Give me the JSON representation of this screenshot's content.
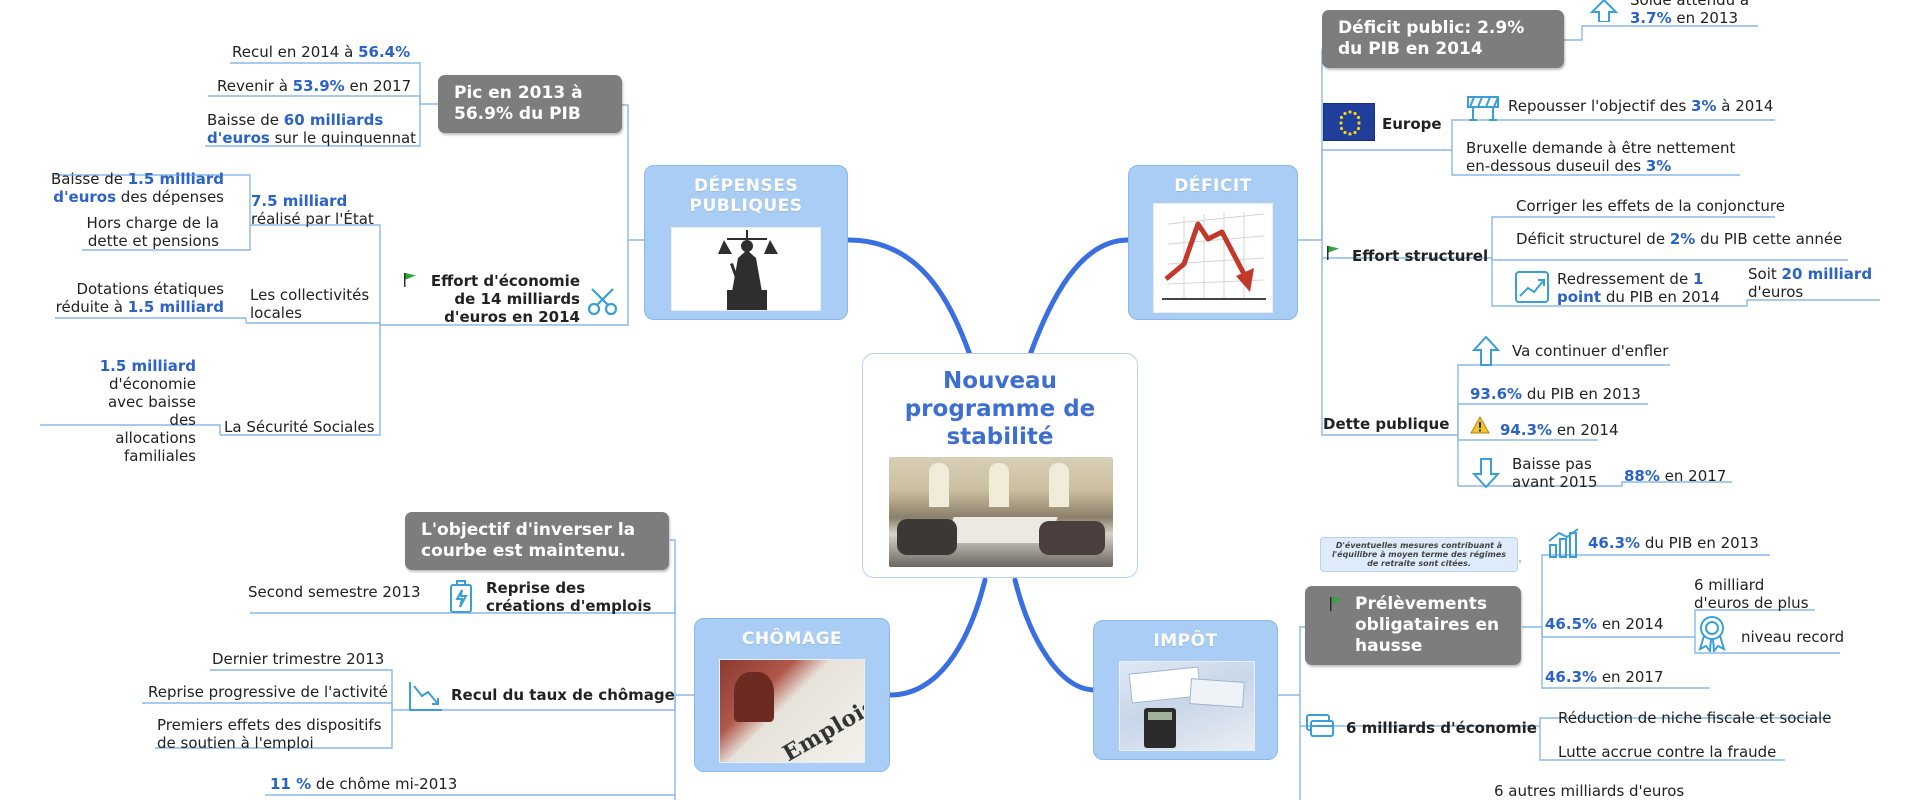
{
  "colors": {
    "branch": "#3a6fe0",
    "connector": "#8ab8ea",
    "main_box": "#a9cdf5",
    "gray_box": "#7d7d7d",
    "highlight": "#2b63c6",
    "center_title": "#3e6fd0"
  },
  "center": {
    "title": "Nouveau programme de stabilité",
    "image": "meeting-photo"
  },
  "depenses": {
    "title": "DÉPENSES PUBLIQUES",
    "image": "justice-statue-photo",
    "pic": {
      "title": "Pic en 2013 à 56.9% du PIB",
      "items": [
        {
          "pre": "Recul en 2014 à ",
          "hl": "56.4%",
          "post": ""
        },
        {
          "pre": "Revenir à ",
          "hl": "53.9%",
          "post": " en 2017"
        },
        {
          "pre": "Baisse de ",
          "hl1": "60 milliards",
          "hl2": "d'euros",
          "post": " sur le quinquennat"
        }
      ]
    },
    "effort": {
      "title": "Effort d'économie de 14 milliards d'euros en 2014",
      "etat": {
        "hl": "7.5 milliard",
        "text": "réalisé par l'État",
        "baisse": {
          "pre": "Baisse de ",
          "hl1": "1.5 milliard",
          "hl2": "d'euros",
          "post": " des dépenses"
        },
        "hors": "Hors charge de la dette et pensions"
      },
      "collectivites": {
        "label": "Les collectivités locales",
        "dotations_line1": "Dotations étatiques",
        "dotations_pre": "réduite à ",
        "dotations_hl": "1.5 milliard"
      },
      "secu": {
        "label": "La Sécurité Sociales",
        "hl": "1.5 milliard",
        "text": "d'économie avec baisse des allocations familiales"
      }
    }
  },
  "deficit": {
    "title": "DÉFICIT",
    "image": "declining-chart-image",
    "public": {
      "title": "Déficit public: 2.9% du PIB en 2014",
      "solde_text": "Solde attendu à",
      "solde_hl": "3.7%",
      "solde_post": " en 2013"
    },
    "europe": {
      "label": "Europe",
      "repousser_pre": "Repousser l'objectif des ",
      "repousser_hl": "3%",
      "repousser_post": " à 2014",
      "bruxelle_line1": "Bruxelle demande à être nettement",
      "bruxelle_pre": "en-dessous duseuil des ",
      "bruxelle_hl": "3%"
    },
    "structurel": {
      "label": "Effort structurel",
      "corriger": "Corriger les effets de la conjoncture",
      "deficit_pre": "Déficit structurel de ",
      "deficit_hl": "2%",
      "deficit_post": " du PIB cette année",
      "redressement_pre": "Redressement de ",
      "redressement_hl1": "1",
      "redressement_hl2": "point",
      "redressement_post": " du PIB en 2014",
      "soit_pre": "Soit ",
      "soit_hl": "20 milliard",
      "soit_post": "d'euros"
    },
    "dette": {
      "label": "Dette publique",
      "enfler": "Va continuer d'enfler",
      "p2013_hl": "93.6%",
      "p2013_post": " du PIB en 2013",
      "p2014_hl": "94.3%",
      "p2014_post": " en 2014",
      "baisse": "Baisse pas avant 2015",
      "p2017_hl": "88%",
      "p2017_post": " en 2017"
    }
  },
  "chomage": {
    "title": "CHÔMAGE",
    "image": "newspaper-emplois-photo",
    "objectif": "L'objectif d'inverser la courbe est maintenu.",
    "reprise": {
      "label": "Reprise des créations d'emplois",
      "sub": "Second semestre 2013"
    },
    "recul": {
      "label": "Recul du taux de chômage",
      "items": [
        "Dernier trimestre 2013",
        "Reprise progressive de l'activité",
        "Premiers effets des dispositifs de soutien à l'emploi"
      ]
    },
    "last_hl": "11 %",
    "last_post": " de chôme mi-2013"
  },
  "impot": {
    "title": "IMPÔT",
    "image": "tax-forms-calculator-photo",
    "note": "D'éventuelles mesures contribuant à l'équilibre à moyen terme des régimes de retraite sont citées.",
    "prelevements": {
      "title": "Prélèvements obligataires en hausse",
      "a_hl": "46.3%",
      "a_post": " du PIB en 2013",
      "b_hl": "46.5%",
      "b_post": " en 2014",
      "extra": "6 milliard d'euros de plus",
      "record": "niveau record",
      "c_hl": "46.3%",
      "c_post": " en 2017"
    },
    "economie": {
      "label": "6 milliards d'économie",
      "items": [
        "Réduction de niche fiscale et sociale",
        "Lutte accrue contre la fraude"
      ]
    },
    "autres": "6 autres milliards d'euros"
  }
}
